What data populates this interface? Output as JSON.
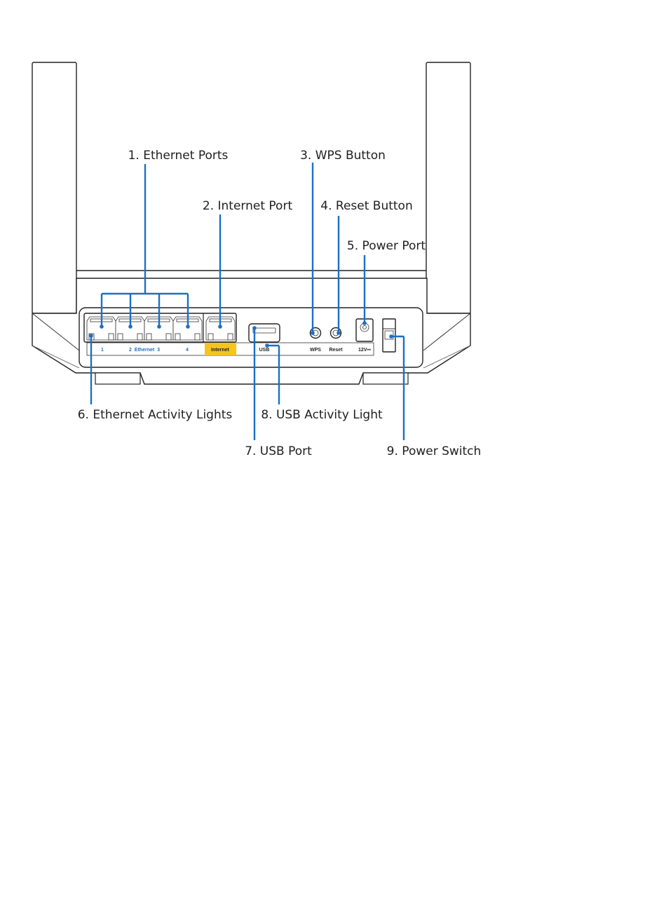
{
  "colors": {
    "callout": "#1b6fc8",
    "internet_badge": "#f5c51a",
    "outline": "#222222"
  },
  "labels": {
    "ethernet_ports": "1. Ethernet Ports",
    "internet_port": "2. Internet Port",
    "wps_button": "3. WPS Button",
    "reset_button": "4. Reset Button",
    "power_port": "5. Power Port",
    "ethernet_activity_lights": "6. Ethernet Activity Lights",
    "usb_port": "7. USB Port",
    "usb_activity_light": "8. USB Activity Light",
    "power_switch": "9. Power Switch"
  },
  "panel": {
    "port_1": "1",
    "port_2_ethernet_3": "2  Ethernet  3",
    "port_4": "4",
    "internet": "Internet",
    "usb": "USB",
    "wps": "WPS",
    "reset": "Reset",
    "power": "12V⎓"
  }
}
